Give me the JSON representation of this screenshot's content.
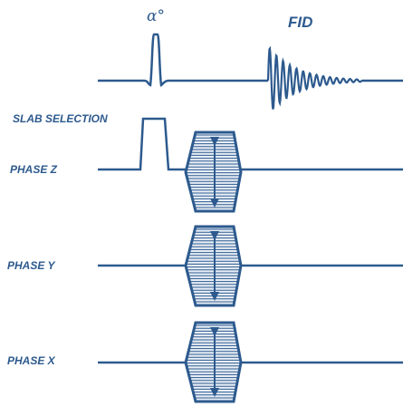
{
  "labels": {
    "rf_pulse": "α°",
    "fid": "FID",
    "slab_selection": "SLAB SELECTION",
    "phase_z": "PHASE Z",
    "phase_y": "PHASE Y",
    "phase_x": "PHASE X"
  },
  "colors": {
    "line": "#2d5a8e",
    "fill": "#e8eef6"
  },
  "shapes": {
    "phase_gradient": "hexagon with horizontal stripes and double arrow",
    "slab_pulse": "rectangular pulse",
    "rf_pulse": "narrow peak",
    "fid_signal": "decaying oscillation"
  }
}
